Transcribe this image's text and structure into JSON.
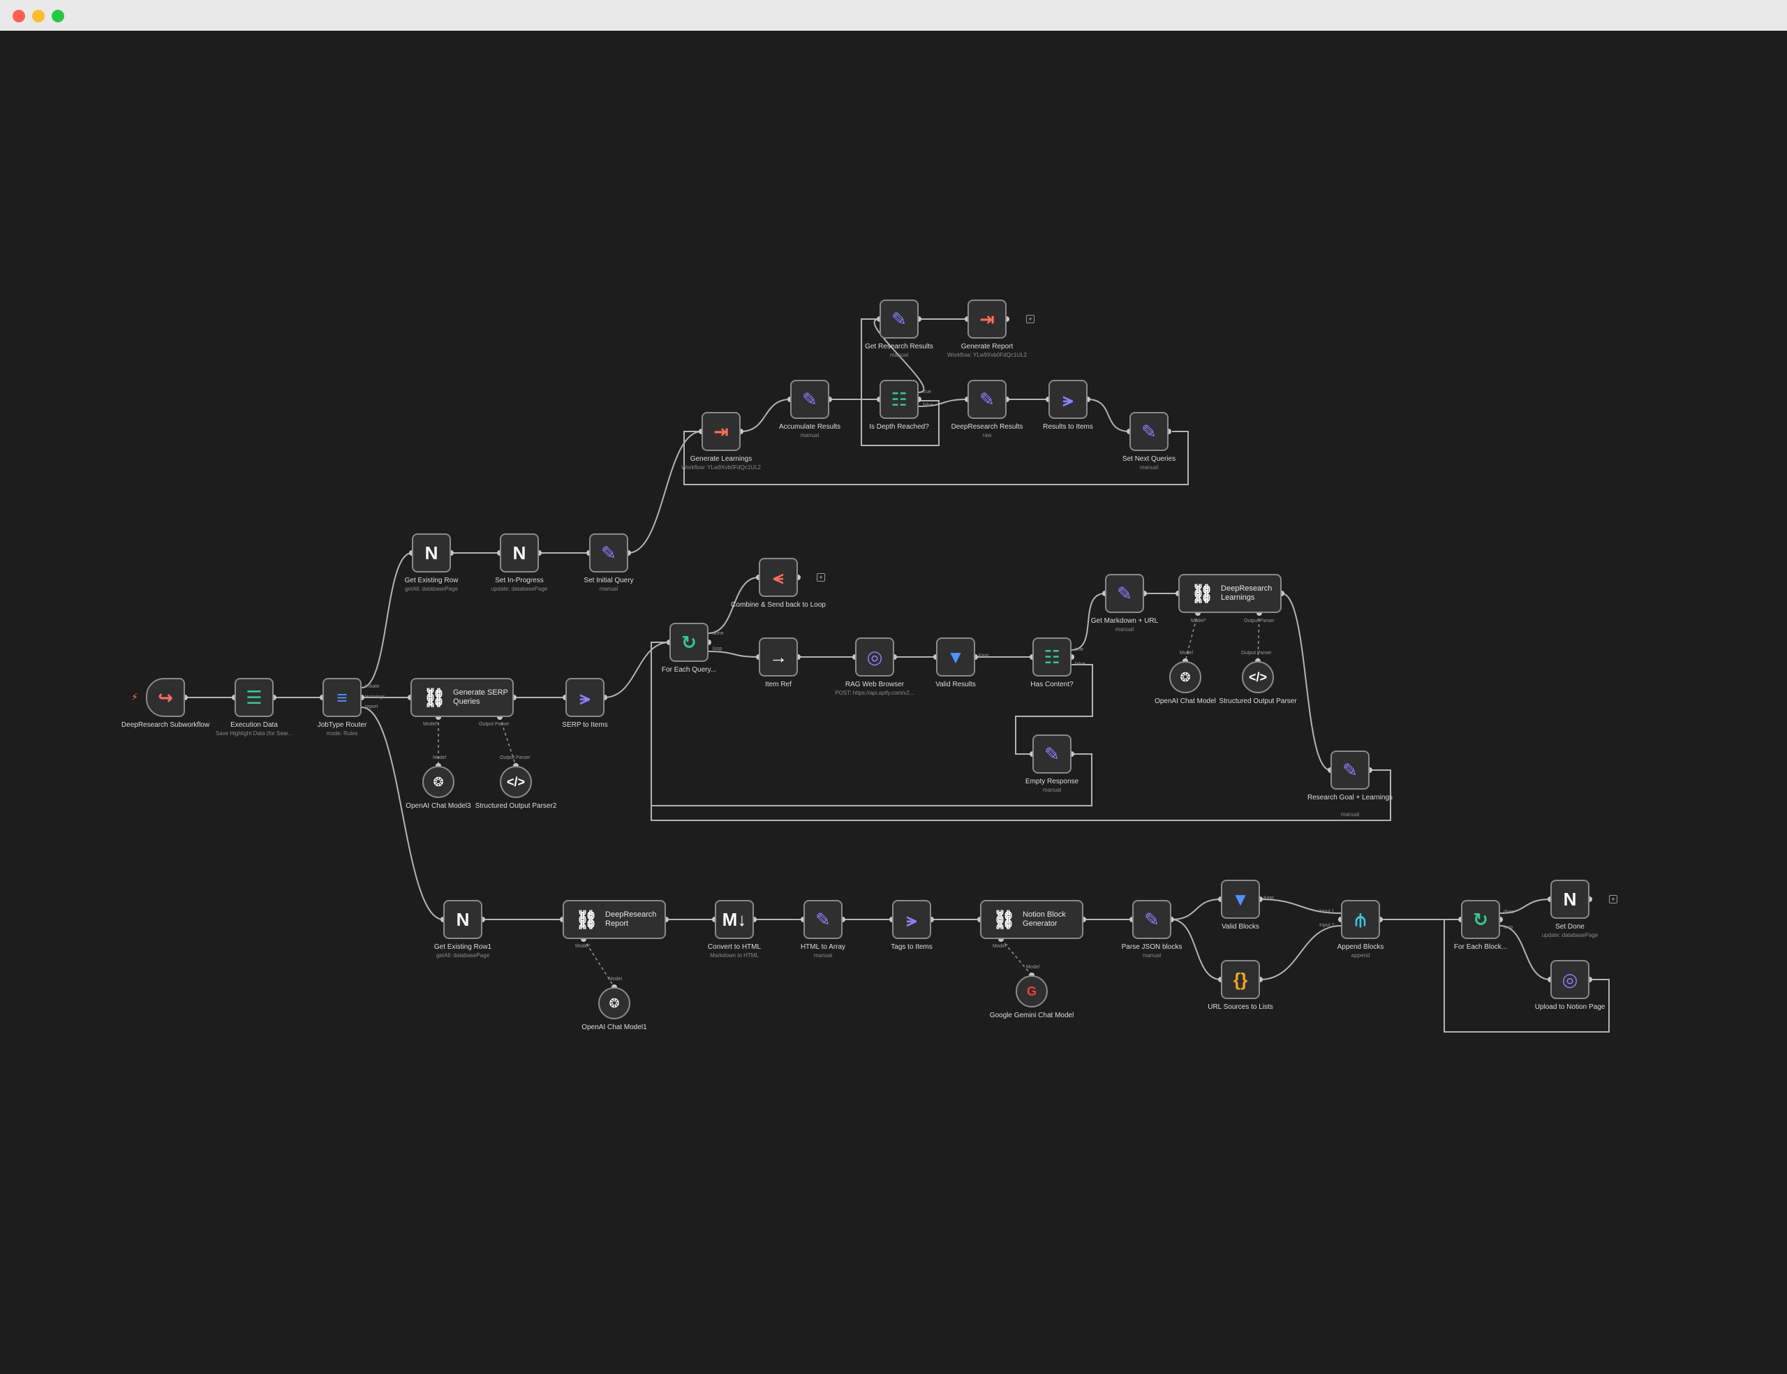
{
  "window": {
    "buttons": [
      "close",
      "minimize",
      "maximize"
    ]
  },
  "colors": {
    "canvas": "#1d1d1d",
    "node_fill": "#2f2f2f",
    "node_border": "#8a8a8a",
    "edge": "#b4b4b4",
    "orange": "#ff6d5a",
    "violet": "#8b82ff",
    "green": "#35c98f",
    "blue": "#4f93ff",
    "yellow": "#f4a623"
  },
  "nodes": {
    "deepresearch_subworkflow": {
      "label": "DeepResearch Subworkflow",
      "icon": "execute-workflow-trigger-icon"
    },
    "execution_data": {
      "label": "Execution Data",
      "sub": "Save Highlight Data (for Sear...",
      "icon": "checklist-icon"
    },
    "jobtype_router": {
      "label": "JobType Router",
      "sub": "mode: Rules",
      "icon": "router-icon",
      "outputs": [
        "initiate",
        "learnings",
        "report"
      ]
    },
    "get_existing_row": {
      "label": "Get Existing Row",
      "sub": "getAll: databasePage",
      "icon": "notion-icon"
    },
    "set_in_progress": {
      "label": "Set In-Progress",
      "sub": "update: databasePage",
      "icon": "notion-icon"
    },
    "set_initial_query": {
      "label": "Set Initial Query",
      "sub": "manual",
      "icon": "pencil-icon"
    },
    "generate_learnings": {
      "label": "Generate Learnings",
      "sub": "Workflow: YLw9Xvb0FdQc1UL2",
      "icon": "execute-workflow-icon"
    },
    "accumulate_results": {
      "label": "Accumulate Results",
      "sub": "manual",
      "icon": "pencil-icon"
    },
    "get_research_results": {
      "label": "Get Research Results",
      "sub": "manual",
      "icon": "pencil-icon"
    },
    "generate_report": {
      "label": "Generate Report",
      "sub": "Workflow: YLw9Xvb0FdQc1UL2",
      "icon": "execute-workflow-icon"
    },
    "is_depth_reached": {
      "label": "Is Depth Reached?",
      "icon": "if-icon",
      "outputs": [
        "true",
        "false"
      ]
    },
    "deepresearch_results": {
      "label": "DeepResearch Results",
      "sub": "raw",
      "icon": "pencil-icon"
    },
    "results_to_items": {
      "label": "Results to Items",
      "icon": "split-out-icon"
    },
    "set_next_queries": {
      "label": "Set Next Queries",
      "sub": "manual",
      "icon": "pencil-icon"
    },
    "generate_serp_queries": {
      "label": "Generate SERP Queries",
      "icon": "chain-link-icon",
      "handles": [
        "Model*",
        "Output Parser"
      ]
    },
    "openai_chat_model3": {
      "label": "OpenAI Chat Model3",
      "icon": "openai-icon",
      "handle": "Model"
    },
    "structured_output_parser2": {
      "label": "Structured Output Parser2",
      "icon": "code-icon",
      "handle": "Output Parser"
    },
    "serp_to_items": {
      "label": "SERP to Items",
      "icon": "split-out-icon"
    },
    "for_each_query": {
      "label": "For Each Query...",
      "icon": "loop-icon",
      "outputs": [
        "done",
        "loop"
      ]
    },
    "combine_send_back": {
      "label": "Combine & Send back to Loop",
      "icon": "aggregate-icon"
    },
    "item_ref": {
      "label": "Item Ref",
      "icon": "arrow-right-icon"
    },
    "rag_web_browser": {
      "label": "RAG Web Browser",
      "sub": "POST: https://api.apify.com/v2...",
      "icon": "globe-icon"
    },
    "valid_results": {
      "label": "Valid Results",
      "icon": "filter-icon",
      "outputs": [
        "Kept"
      ]
    },
    "has_content": {
      "label": "Has Content?",
      "icon": "if-icon",
      "outputs": [
        "true",
        "false"
      ]
    },
    "get_markdown_url": {
      "label": "Get Markdown + URL",
      "sub": "manual",
      "icon": "pencil-icon"
    },
    "deepresearch_learnings": {
      "label": "DeepResearch Learnings",
      "icon": "chain-link-icon",
      "handles": [
        "Model*",
        "Output Parser"
      ]
    },
    "openai_chat_model": {
      "label": "OpenAI Chat Model",
      "icon": "openai-icon",
      "handle": "Model"
    },
    "structured_output_parser": {
      "label": "Structured Output Parser",
      "icon": "code-icon",
      "handle": "Output Parser"
    },
    "empty_response": {
      "label": "Empty Response",
      "sub": "manual",
      "icon": "pencil-icon"
    },
    "research_goal_learnings": {
      "label": "Research Goal + Learnings",
      "sub": "manual",
      "icon": "pencil-icon"
    },
    "get_existing_row1": {
      "label": "Get Existing Row1",
      "sub": "getAll: databasePage",
      "icon": "notion-icon"
    },
    "deepresearch_report": {
      "label": "DeepResearch Report",
      "icon": "chain-link-icon",
      "handles": [
        "Model*"
      ]
    },
    "openai_chat_model1": {
      "label": "OpenAI Chat Model1",
      "icon": "openai-icon",
      "handle": "Model"
    },
    "convert_to_html": {
      "label": "Convert to HTML",
      "sub": "Markdown to HTML",
      "icon": "markdown-icon"
    },
    "html_to_array": {
      "label": "HTML to Array",
      "sub": "manual",
      "icon": "pencil-icon"
    },
    "tags_to_items": {
      "label": "Tags to Items",
      "icon": "split-out-icon"
    },
    "notion_block_generator": {
      "label": "Notion Block Generator",
      "icon": "chain-link-icon",
      "handles": [
        "Model*"
      ]
    },
    "google_gemini_chat_model": {
      "label": "Google Gemini Chat Model",
      "icon": "google-icon",
      "handle": "Model"
    },
    "parse_json_blocks": {
      "label": "Parse JSON blocks",
      "sub": "manual",
      "icon": "pencil-icon"
    },
    "valid_blocks": {
      "label": "Valid Blocks",
      "icon": "filter-icon",
      "outputs": [
        "Kept"
      ]
    },
    "url_sources_to_lists": {
      "label": "URL Sources to Lists",
      "icon": "braces-icon"
    },
    "append_blocks": {
      "label": "Append Blocks",
      "sub": "append",
      "icon": "merge-icon",
      "inputs": [
        "Input 1",
        "Input 2"
      ]
    },
    "for_each_block": {
      "label": "For Each Block...",
      "icon": "loop-icon",
      "outputs": [
        "done",
        "loop"
      ]
    },
    "set_done": {
      "label": "Set Done",
      "sub": "update: databasePage",
      "icon": "notion-icon"
    },
    "upload_to_notion_page": {
      "label": "Upload to Notion Page",
      "icon": "globe-icon"
    }
  }
}
